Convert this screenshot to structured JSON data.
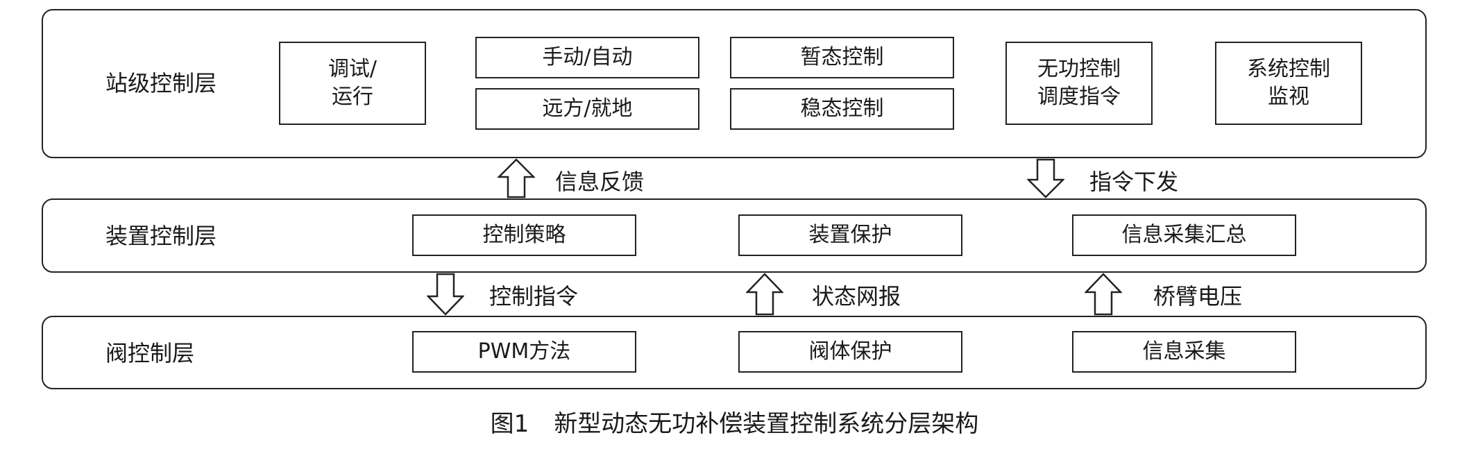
{
  "diagram": {
    "layers": {
      "station": {
        "title": "站级控制层",
        "boxes": {
          "debug_run": "调试/\n运行",
          "manual_auto": "手动/自动",
          "remote_local": "远方/就地",
          "transient_control": "暂态控制",
          "steady_control": "稳态控制",
          "reactive_dispatch": "无功控制\n调度指令",
          "system_monitor": "系统控制\n监视"
        }
      },
      "device": {
        "title": "装置控制层",
        "boxes": {
          "control_strategy": "控制策略",
          "device_protection": "装置保护",
          "info_summary": "信息采集汇总"
        }
      },
      "valve": {
        "title": "阀控制层",
        "boxes": {
          "pwm_method": "PWM方法",
          "valve_protection": "阀体保护",
          "info_collection": "信息采集"
        }
      }
    },
    "arrows": {
      "info_feedback": "信息反馈",
      "command_issue": "指令下发",
      "control_command": "控制指令",
      "status_report": "状态网报",
      "bridge_voltage": "桥臂电压"
    },
    "caption": {
      "number": "图1",
      "title": "新型动态无功补偿装置控制系统分层架构"
    }
  }
}
